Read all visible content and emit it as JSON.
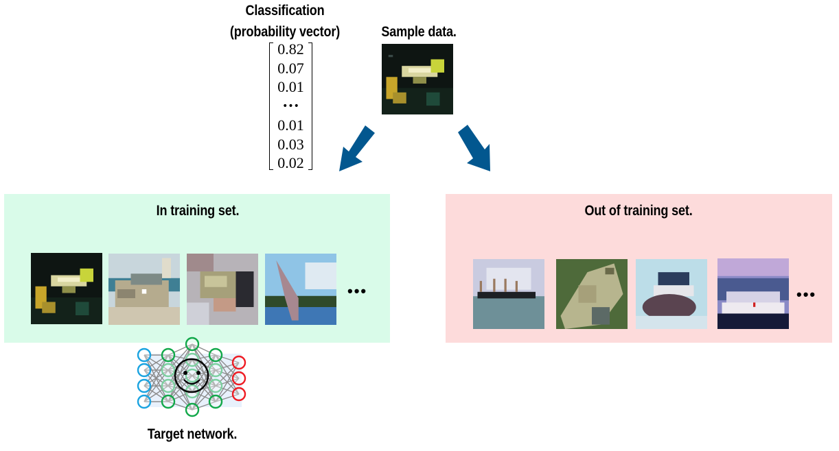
{
  "classification": {
    "title_line1": "Classification",
    "title_line2": "(probability vector)",
    "vector": [
      "0.82",
      "0.07",
      "0.01",
      "•••",
      "0.01",
      "0.03",
      "0.02"
    ]
  },
  "sample": {
    "label": "Sample data.",
    "image": "frog-icon"
  },
  "arrows": {
    "color": "#02578f",
    "left_target": "In training set.",
    "right_target": "Out of training set."
  },
  "in_training": {
    "title": "In training set.",
    "background": "#d9fbe9",
    "images": [
      "frog",
      "car",
      "frog",
      "sailboat"
    ],
    "ellipsis": "•••"
  },
  "out_training": {
    "title": "Out of training set.",
    "background": "#fddbdb",
    "images": [
      "ship",
      "frog",
      "ship",
      "ship"
    ],
    "ellipsis": "•••"
  },
  "network": {
    "label": "Target network.",
    "input_color": "#1aa3e0",
    "hidden_color": "#12a84a",
    "output_color": "#ee1c24"
  }
}
